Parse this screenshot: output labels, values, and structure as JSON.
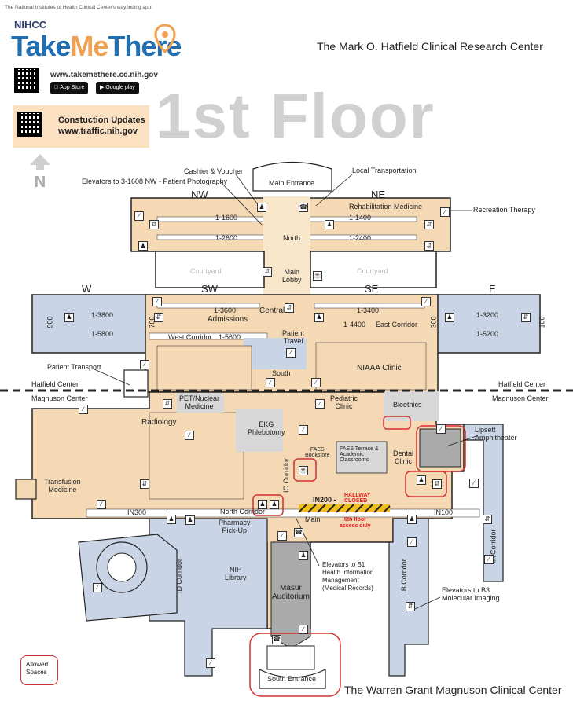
{
  "header": {
    "wayfinding_note": "The National Institutes of Health Clinical Center's wayfinding app:",
    "logo_small": "NIHCC",
    "logo_take": "Take",
    "logo_me": "Me",
    "logo_there": "There",
    "url": "www.takemethere.cc.nih.gov",
    "app_store": "App Store",
    "google_play": "Google play",
    "updates_line1": "Constuction Updates",
    "updates_line2": "www.traffic.nih.gov",
    "north_arrow": "N"
  },
  "titles": {
    "top": "The Mark O. Hatfield Clinical Research Center",
    "floor": "1st Floor",
    "bottom": "The Warren Grant Magnuson Clinical Center"
  },
  "zones": {
    "nw": "NW",
    "ne": "NE",
    "w": "W",
    "sw": "SW",
    "se": "SE",
    "e": "E"
  },
  "rooms": {
    "main_entrance": "Main Entrance",
    "courtyard_left": "Courtyard",
    "courtyard_right": "Courtyard",
    "rehab": "Rehabilitation Medicine",
    "r1600": "1-1600",
    "r2600": "1-2600",
    "r1400": "1-1400",
    "r2400": "1-2400",
    "north": "North",
    "main_lobby_1": "Main",
    "main_lobby_2": "Lobby",
    "r3800": "1-3800",
    "r5800": "1-5800",
    "r3600": "1-3600",
    "admissions": "Admissions",
    "central": "Central",
    "r3400": "1-3400",
    "r4400": "1-4400",
    "east_corridor": "East Corridor",
    "r3200": "1-3200",
    "r5200": "1-5200",
    "west_corridor": "West Corridor",
    "r5600": "1-5600",
    "patient_travel_1": "Patient",
    "patient_travel_2": "Travel",
    "south": "South",
    "niaaa": "NIAAA Clinic",
    "n900": "900",
    "n700": "700",
    "n300": "300",
    "n100": "100",
    "pet_1": "PET/Nuclear",
    "pet_2": "Medicine",
    "pediatric_1": "Pediatric",
    "pediatric_2": "Clinic",
    "bioethics": "Bioethics",
    "radiology": "Radiology",
    "ekg_1": "EKG",
    "ekg_2": "Phlebotomy",
    "faes_book_1": "FAES",
    "faes_book_2": "Bookstore",
    "faes_terrace_1": "FAES Terrace &",
    "faes_terrace_2": "Academic",
    "faes_terrace_3": "Classrooms",
    "dental_1": "Dental",
    "dental_2": "Clinic",
    "transfusion_1": "Transfusion",
    "transfusion_2": "Medicine",
    "ic_corridor": "IC Corridor",
    "in300": "IN300",
    "north_corridor": "North Corridor",
    "in200": "IN200 -",
    "hallway_1": "HALLWAY",
    "hallway_2": "CLOSED",
    "in100": "IN100",
    "main_small": "Main",
    "sixth_1": "6th floor",
    "sixth_2": "access only",
    "pharmacy_1": "Pharmacy",
    "pharmacy_2": "Pick-Up",
    "nih_library_1": "NIH",
    "nih_library_2": "Library",
    "id_corridor": "ID Corridor",
    "ib_corridor": "IB Corridor",
    "ia_corridor": "IA Corridor",
    "masur_1": "Masur",
    "masur_2": "Auditorium",
    "south_entrance": "South Entrance",
    "hatfield_left": "Hatfield Center",
    "magnuson_left": "Magnuson Center",
    "hatfield_right": "Hatfield Center",
    "magnuson_right": "Magnuson Center"
  },
  "callouts": {
    "cashier": "Cashier & Voucher",
    "elevators_3": "Elevators to 3-1608 NW - Patient Photography",
    "local_transport": "Local Transportation",
    "recreation": "Recreation Therapy",
    "patient_transport": "Patient Transport",
    "lipsett_1": "Lipsett",
    "lipsett_2": "Amphitheater",
    "elev_b1_1": "Elevators to B1",
    "elev_b1_2": "Health Information",
    "elev_b1_3": "Management",
    "elev_b1_4": "(Medical Records)",
    "elev_b3_1": "Elevators to B3",
    "elev_b3_2": "Molecular Imaging"
  },
  "legend": {
    "allowed_1": "Allowed",
    "allowed_2": "Spaces"
  },
  "colors": {
    "orange_zone": "#f5d9b5",
    "blue_zone": "#c9d5e6",
    "gray_zone": "#d7d7d7",
    "allowed_outline": "#d43030",
    "brand_blue": "#1f6fb2",
    "brand_orange": "#f0a050"
  }
}
